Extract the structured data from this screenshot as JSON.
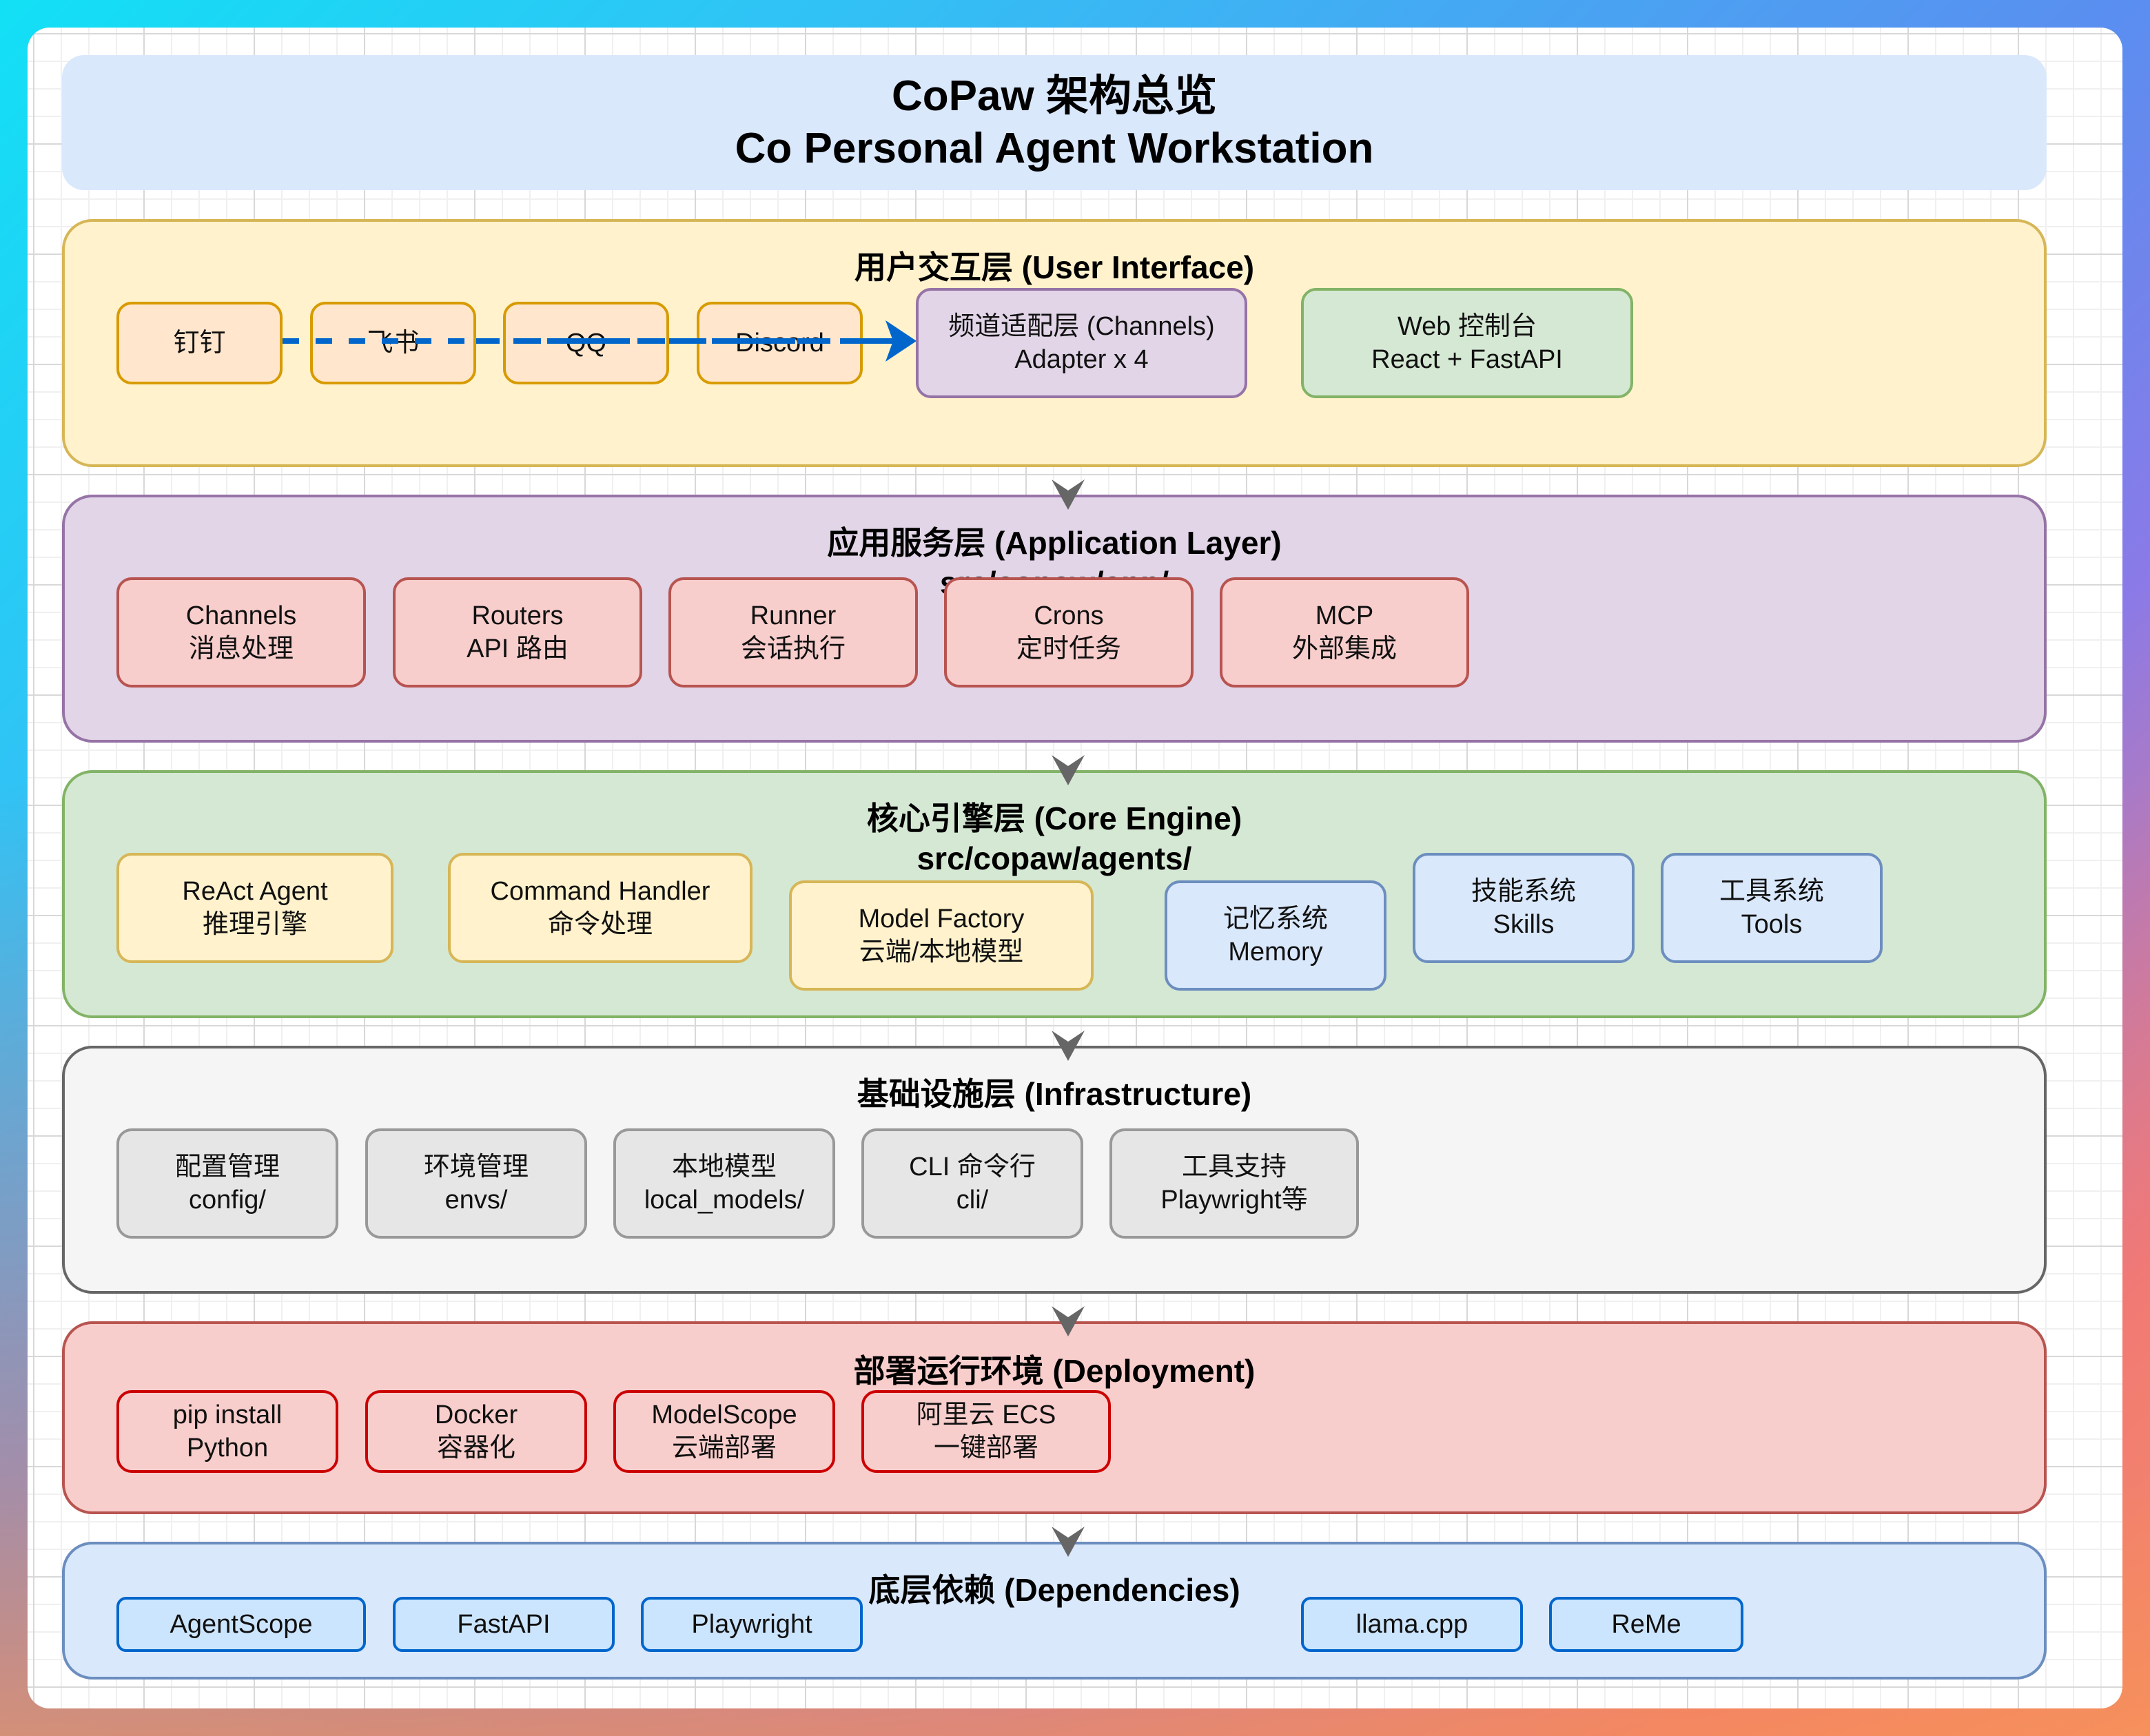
{
  "header": {
    "title_line1": "CoPaw 架构总览",
    "title_line2": "Co Personal Agent Workstation"
  },
  "layers": {
    "ui": {
      "title": "用户交互层 (User Interface)",
      "channels": [
        "钉钉",
        "飞书",
        "QQ",
        "Discord"
      ],
      "adapter": {
        "line1": "频道适配层 (Channels)",
        "line2": "Adapter x 4"
      },
      "web": {
        "line1": "Web 控制台",
        "line2": "React + FastAPI"
      }
    },
    "app": {
      "title": "应用服务层 (Application Layer)",
      "subtitle": "src/copaw/app/",
      "nodes": [
        {
          "line1": "Channels",
          "line2": "消息处理"
        },
        {
          "line1": "Routers",
          "line2": "API 路由"
        },
        {
          "line1": "Runner",
          "line2": "会话执行"
        },
        {
          "line1": "Crons",
          "line2": "定时任务"
        },
        {
          "line1": "MCP",
          "line2": "外部集成"
        }
      ]
    },
    "core": {
      "title": "核心引擎层 (Core Engine)",
      "subtitle": "src/copaw/agents/",
      "nodes": [
        {
          "line1": "ReAct Agent",
          "line2": "推理引擎"
        },
        {
          "line1": "Command Handler",
          "line2": "命令处理"
        },
        {
          "line1": "Model Factory",
          "line2": "云端/本地模型"
        },
        {
          "line1": "记忆系统",
          "line2": "Memory"
        },
        {
          "line1": "技能系统",
          "line2": "Skills"
        },
        {
          "line1": "工具系统",
          "line2": "Tools"
        }
      ]
    },
    "infra": {
      "title": "基础设施层 (Infrastructure)",
      "nodes": [
        {
          "line1": "配置管理",
          "line2": "config/"
        },
        {
          "line1": "环境管理",
          "line2": "envs/"
        },
        {
          "line1": "本地模型",
          "line2": "local_models/"
        },
        {
          "line1": "CLI 命令行",
          "line2": "cli/"
        },
        {
          "line1": "工具支持",
          "line2": "Playwright等"
        }
      ]
    },
    "deploy": {
      "title": "部署运行环境 (Deployment)",
      "nodes": [
        {
          "line1": "pip install",
          "line2": "Python"
        },
        {
          "line1": "Docker",
          "line2": "容器化"
        },
        {
          "line1": "ModelScope",
          "line2": "云端部署"
        },
        {
          "line1": "阿里云 ECS",
          "line2": "一键部署"
        }
      ]
    },
    "deps": {
      "title": "底层依赖 (Dependencies)",
      "nodes": [
        "AgentScope",
        "FastAPI",
        "Playwright",
        "llama.cpp",
        "ReMe"
      ]
    }
  },
  "colors": {
    "arrow_blue": "#0066cc",
    "connector_gray": "#666666"
  }
}
